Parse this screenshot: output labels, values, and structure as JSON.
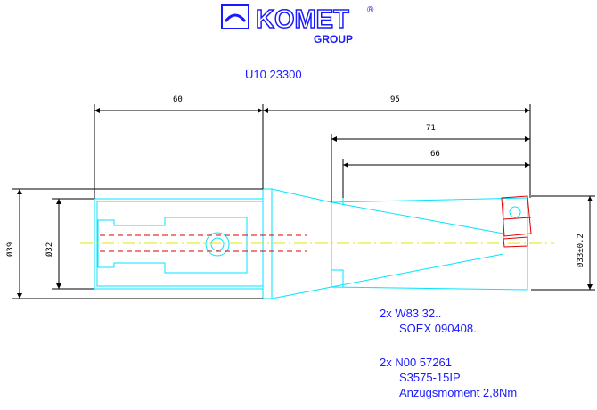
{
  "logo": {
    "brand": "KOMET",
    "group": "GROUP",
    "registered": "®"
  },
  "title": "U10 23300",
  "dimensions": {
    "len_60": "60",
    "len_95": "95",
    "len_71": "71",
    "len_66": "66",
    "dia_39": "Ø39",
    "dia_32": "Ø32",
    "dia_33": "Ø33±0.2"
  },
  "notes": [
    {
      "qty": "2x W83 32..",
      "line2": "SOEX 090408.."
    },
    {
      "qty": "2x N00 57261",
      "line2": "S3575-15IP",
      "line3": "Anzugsmoment 2,8Nm"
    }
  ],
  "colors": {
    "brand": "#1a1aff",
    "outline": "#00e5ff",
    "insert": "#e00000",
    "axis": "#e6e600",
    "dim": "#000000"
  }
}
